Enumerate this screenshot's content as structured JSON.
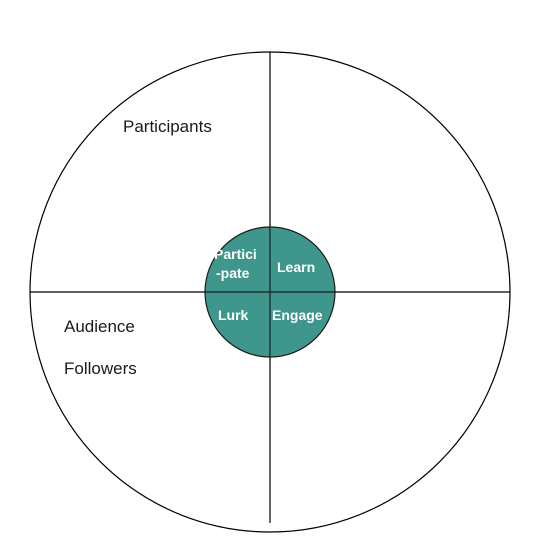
{
  "colors": {
    "inner_circle_fill": "#3e968c",
    "line": "#000000",
    "background": "#ffffff"
  },
  "outer_labels": {
    "top_left": "Participants",
    "bottom_left_1": "Audience",
    "bottom_left_2": "Followers"
  },
  "inner_labels": {
    "top_left_line1": "Partici",
    "top_left_line2": "-pate",
    "top_right": "Learn",
    "bottom_left": "Lurk",
    "bottom_right": "Engage"
  }
}
